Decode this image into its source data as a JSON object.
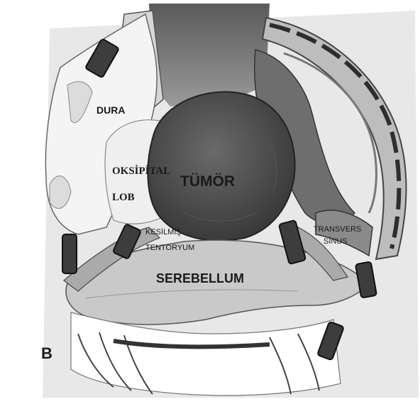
{
  "figure": {
    "panel_letter": "B",
    "labels": {
      "dura": "DURA",
      "oksipital": "OKSİPİTAL",
      "lob": "LOB",
      "tumor": "TÜMÖR",
      "kesilmis": "KESİLMİŞ",
      "tentoryum": "TENTORYUM",
      "transvers": "TRANSVERS",
      "sinus": "SİNUS",
      "serebellum": "SEREBELLUM"
    }
  }
}
